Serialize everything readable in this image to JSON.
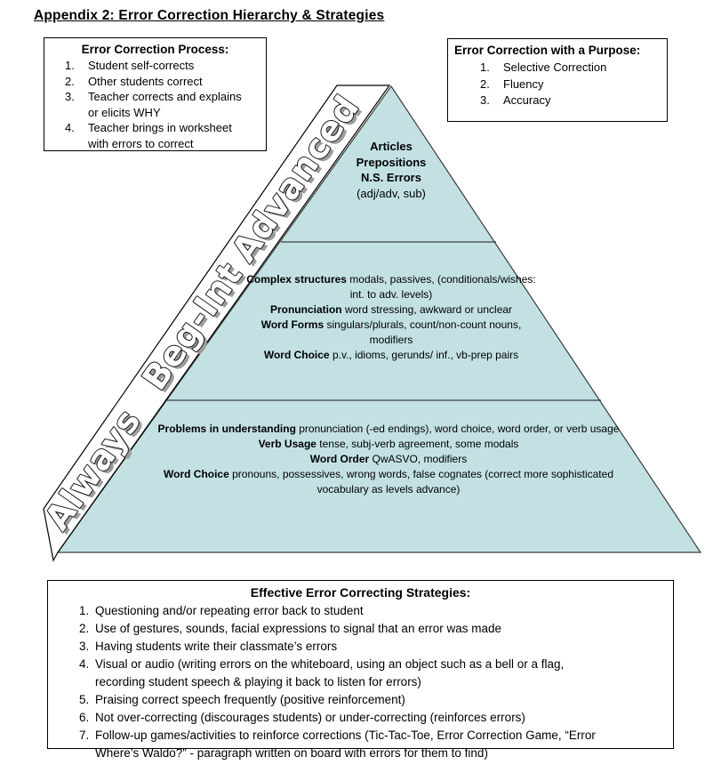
{
  "title": "Appendix 2: Error Correction Hierarchy & Strategies",
  "colors": {
    "pyramid_fill": "#c3e1e3",
    "pyramid_stroke": "#3d3d3d",
    "band_fill": "#ffffff",
    "band_stroke": "#000000",
    "divider_stroke": "#1a1a1a"
  },
  "process_box": {
    "title": "Error Correction Process:",
    "items": [
      {
        "num": "1.",
        "text": "Student self-corrects"
      },
      {
        "num": "2.",
        "text": "Other students correct"
      },
      {
        "num": "3.",
        "text": "Teacher corrects and explains or elicits WHY"
      },
      {
        "num": "4.",
        "text": "Teacher brings in worksheet with errors to correct"
      }
    ]
  },
  "purpose_box": {
    "title": "Error Correction with a Purpose:",
    "items": [
      {
        "num": "1.",
        "text": "Selective Correction"
      },
      {
        "num": "2.",
        "text": "Fluency"
      },
      {
        "num": "3.",
        "text": "Accuracy"
      }
    ]
  },
  "pyramid": {
    "levels": [
      "Always",
      "Beg-Int",
      "Advanced"
    ],
    "tier_top": {
      "line1": "Articles",
      "line2": "Prepositions",
      "line3": "N.S. Errors",
      "line4": "(adj/adv, sub)"
    },
    "tier_middle": {
      "entries": [
        {
          "bold": "Complex structures",
          "text": " modals, passives, (conditionals/wishes: int. to adv. levels)"
        },
        {
          "bold": "Pronunciation",
          "text": " word stressing, awkward or unclear"
        },
        {
          "bold": "Word Forms",
          "text": " singulars/plurals, count/non-count nouns, modifiers"
        },
        {
          "bold": "Word Choice",
          "text": " p.v., idioms, gerunds/ inf., vb-prep pairs"
        }
      ]
    },
    "tier_bottom": {
      "entries": [
        {
          "bold": "Problems in understanding",
          "text": " pronunciation (-ed endings), word choice, word order, or verb usage"
        },
        {
          "bold": "Verb Usage",
          "text": " tense, subj-verb agreement, some modals"
        },
        {
          "bold": "Word Order",
          "text": " QwASVO, modifiers"
        },
        {
          "bold": "Word Choice",
          "text": " pronouns, possessives, wrong words, false cognates (correct more sophisticated vocabulary as levels advance)"
        }
      ]
    }
  },
  "strategies_box": {
    "title": "Effective Error Correcting Strategies:",
    "items": [
      {
        "num": "1.",
        "text": "Questioning and/or repeating error back to student"
      },
      {
        "num": "2.",
        "text": "Use of gestures, sounds, facial expressions to signal that an error was made"
      },
      {
        "num": "3.",
        "text": "Having students write their classmate’s errors"
      },
      {
        "num": "4.",
        "text": "Visual or audio (writing errors on the whiteboard, using an object such as a bell or a flag, recording student speech & playing it back to listen for errors)"
      },
      {
        "num": "5.",
        "text": "Praising correct speech frequently (positive reinforcement)"
      },
      {
        "num": "6.",
        "text": "Not over-correcting (discourages students) or under-correcting (reinforces errors)"
      },
      {
        "num": "7.",
        "text": "Follow-up games/activities to reinforce corrections (Tic-Tac-Toe, Error Correction Game, “Error Where’s Waldo?” - paragraph written on board with errors for them to find)"
      }
    ]
  }
}
